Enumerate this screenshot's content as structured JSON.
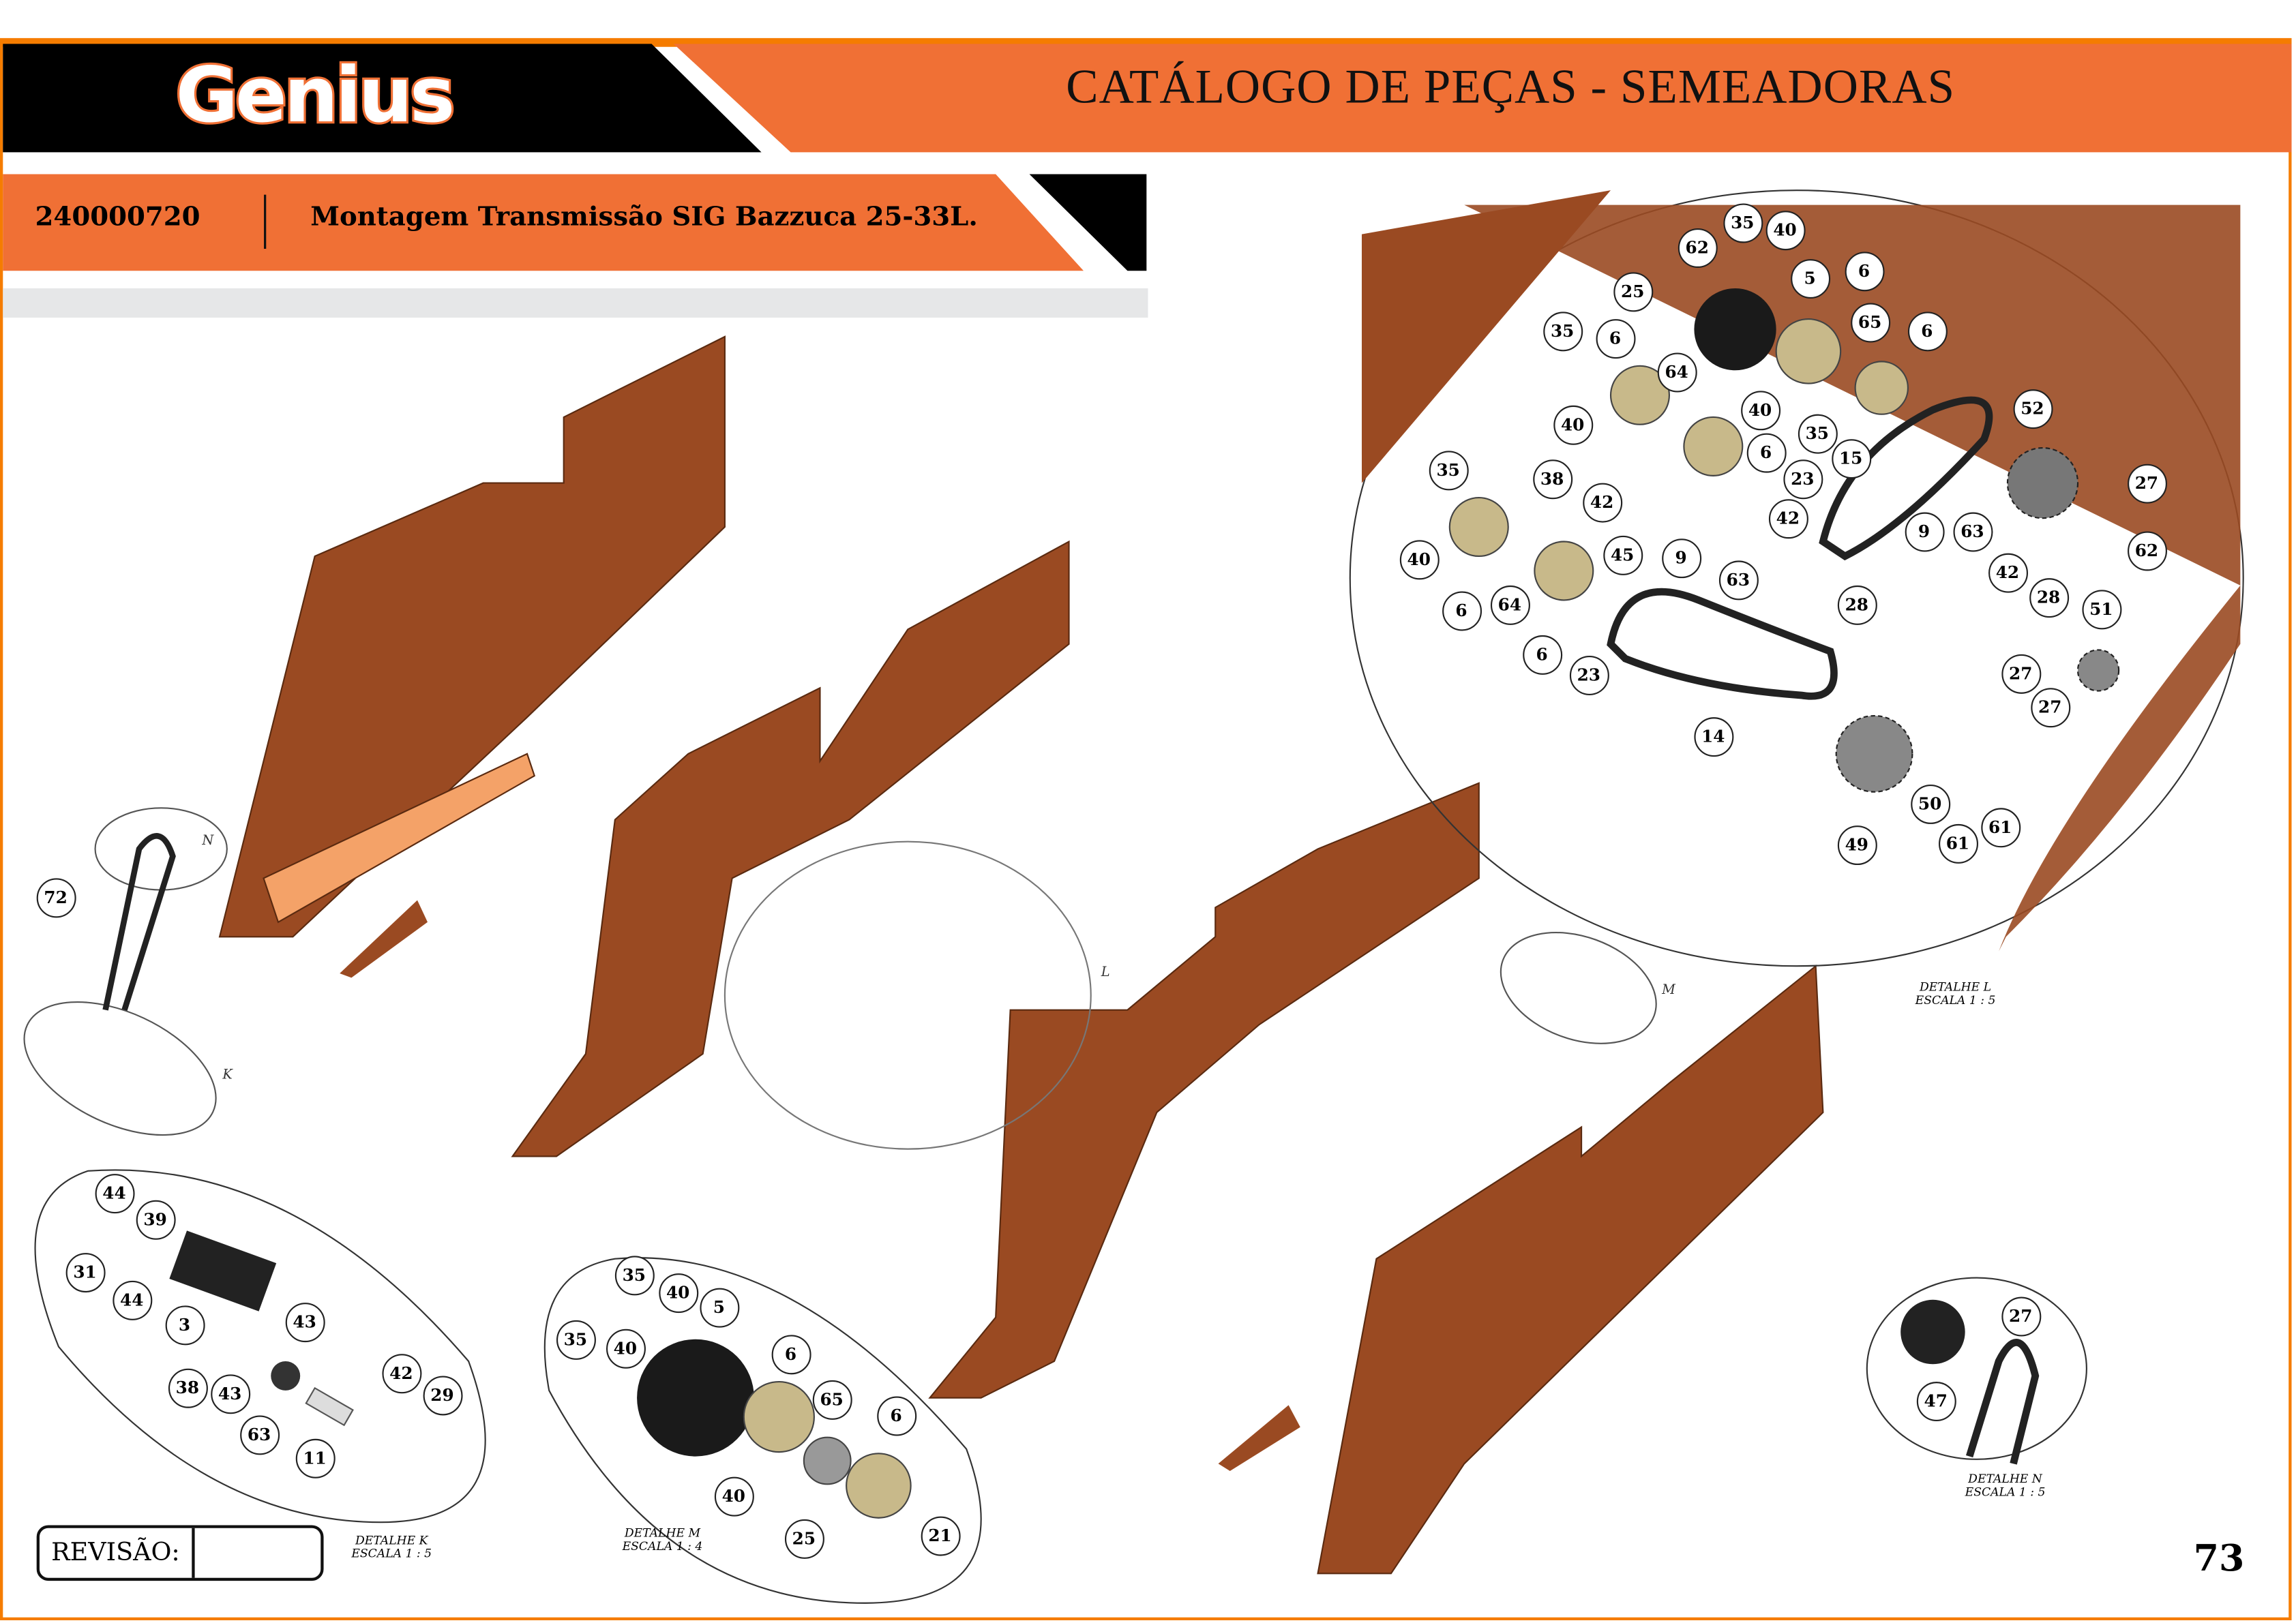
{
  "header": {
    "brand": "Genius",
    "catalog_title": "CATÁLOGO DE PEÇAS - SEMEADORAS",
    "part_code": "240000720",
    "assembly_title": "Montagem Transmissão SIG Bazzuca 25-33L."
  },
  "colors": {
    "accent": "#f07035",
    "border": "#f57c00",
    "plate": "#9a4a22",
    "dark": "#000000"
  },
  "details": {
    "L": {
      "letter": "L",
      "caption": "DETALHE L",
      "scale": "ESCALA 1 : 5",
      "balloons": [
        "35",
        "40",
        "62",
        "25",
        "5",
        "6",
        "35",
        "6",
        "65",
        "6",
        "64",
        "40",
        "40",
        "35",
        "52",
        "15",
        "6",
        "35",
        "38",
        "23",
        "27",
        "42",
        "42",
        "9",
        "63",
        "45",
        "9",
        "62",
        "40",
        "63",
        "42",
        "28",
        "64",
        "28",
        "51",
        "6",
        "6",
        "23",
        "27",
        "27",
        "14",
        "50",
        "61",
        "61",
        "49"
      ]
    },
    "K": {
      "letter": "K",
      "caption": "DETALHE K",
      "scale": "ESCALA 1 : 5",
      "balloons": [
        "44",
        "39",
        "31",
        "44",
        "3",
        "43",
        "42",
        "29",
        "38",
        "43",
        "63",
        "11"
      ]
    },
    "M": {
      "letter": "M",
      "caption": "DETALHE M",
      "scale": "ESCALA 1 : 4",
      "balloons": [
        "35",
        "40",
        "5",
        "35",
        "40",
        "6",
        "65",
        "6",
        "40",
        "25",
        "21"
      ]
    },
    "N": {
      "letter": "N",
      "caption": "DETALHE N",
      "scale": "ESCALA 1 : 5",
      "balloons": [
        "27",
        "47"
      ]
    }
  },
  "main_balloons": [
    "72"
  ],
  "footer": {
    "revision_label": "REVISÃO:",
    "revision_value": "",
    "page_number": "73"
  }
}
